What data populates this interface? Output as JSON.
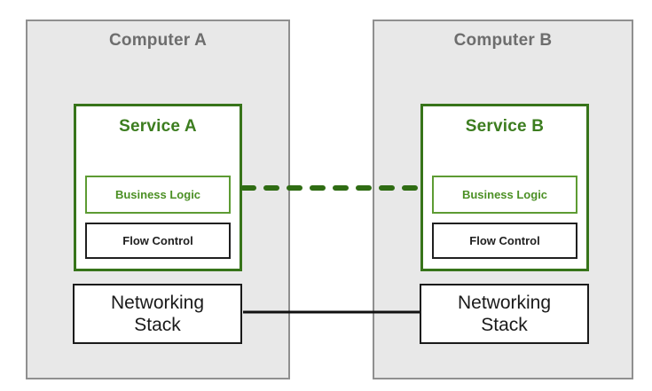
{
  "diagram": {
    "computers": [
      {
        "title": "Computer A",
        "service": {
          "title": "Service A",
          "business_logic": "Business Logic",
          "flow_control": "Flow Control"
        },
        "networking_stack": "Networking Stack"
      },
      {
        "title": "Computer B",
        "service": {
          "title": "Service B",
          "business_logic": "Business Logic",
          "flow_control": "Flow Control"
        },
        "networking_stack": "Networking Stack"
      }
    ],
    "connections": {
      "business_logic_link": {
        "style": "dashed",
        "color": "#2f6c13"
      },
      "network_link": {
        "style": "solid",
        "color": "#111111"
      }
    },
    "colors": {
      "computer_fill": "#e8e8e8",
      "computer_border": "#8f8f8f",
      "computer_title_text": "#6d6d6d",
      "service_border": "#37741a",
      "service_title_text": "#3c7d1f",
      "business_logic_border": "#5d9b33",
      "business_logic_text": "#4c9025",
      "flow_control_border": "#1f1f1f",
      "network_border": "#1a1a1a"
    }
  }
}
